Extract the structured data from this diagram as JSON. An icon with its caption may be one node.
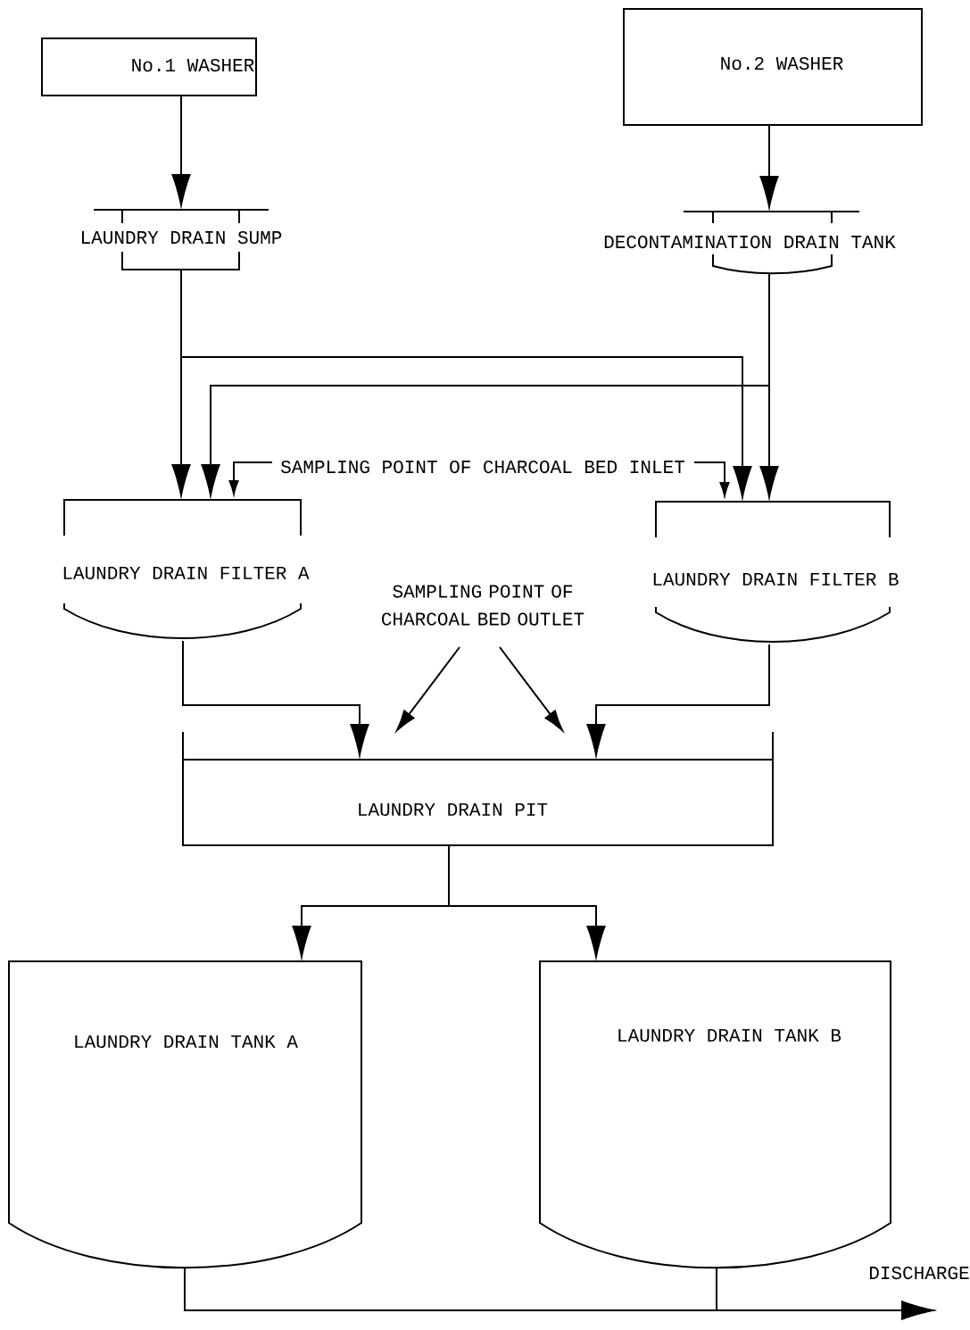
{
  "diagram": {
    "nodes": [
      {
        "text": [
          "No.1 WASHER"
        ]
      },
      {
        "text": [
          "No.2 WASHER"
        ]
      },
      {
        "text": [
          "LAUNDRY DRAIN SUMP"
        ]
      },
      {
        "text": [
          "DECONTAMINATION DRAIN TANK"
        ]
      },
      {
        "text": [
          "SAMPLING POINT OF CHARCOAL BED INLET"
        ]
      },
      {
        "text": [
          "LAUNDRY DRAIN FILTER A"
        ]
      },
      {
        "text": [
          "SAMPLING POINT OF CHARCOAL BED OUTLET"
        ]
      },
      {
        "text": [
          "LAUNDRY DRAIN FILTER B"
        ]
      },
      {
        "text": [
          "LAUNDRY DRAIN PIT"
        ]
      },
      {
        "text": [
          "LAUNDRY DRAIN TANK A"
        ]
      },
      {
        "text": [
          "LAUNDRY DRAIN TANK B"
        ]
      }
    ],
    "edges": [
      {
        "from": 0,
        "to": 2,
        "arrow": "to"
      },
      {
        "from": 1,
        "to": 3,
        "arrow": "to"
      },
      {
        "from": 2,
        "to": 5,
        "arrow": "to"
      },
      {
        "from": 2,
        "to": 7,
        "arrow": "to"
      },
      {
        "from": 3,
        "to": 5,
        "arrow": "to"
      },
      {
        "from": 3,
        "to": 7,
        "arrow": "to"
      },
      {
        "from": 4,
        "to": 5,
        "arrow": "to"
      },
      {
        "from": 4,
        "to": 7,
        "arrow": "to"
      },
      {
        "from": 5,
        "to": 8,
        "arrow": "to"
      },
      {
        "from": 7,
        "to": 8,
        "arrow": "to"
      },
      {
        "from": 6,
        "to": 8,
        "arrow": "to"
      },
      {
        "from": 6,
        "to": 8,
        "arrow": "to"
      },
      {
        "from": 8,
        "to": 9,
        "arrow": "to"
      },
      {
        "from": 8,
        "to": 10,
        "arrow": "to"
      },
      {
        "from": 9,
        "to": null,
        "arrow": "to"
      },
      {
        "from": 10,
        "to": null,
        "arrow": "to"
      }
    ],
    "labels": [
      "DISCHARGE"
    ]
  }
}
